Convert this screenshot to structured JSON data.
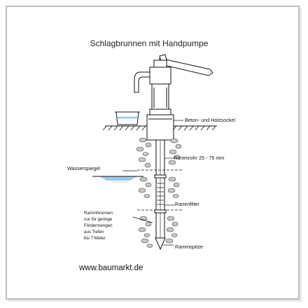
{
  "diagram": {
    "title": "Schlagbrunnen mit Handpumpe",
    "labels": {
      "base": "Beton- und Holzsockel",
      "pipe": "Rammrohr 25 - 75 mm",
      "water_table": "Wasserspiegel",
      "filter": "Rammfilter",
      "tip": "Rammspitze",
      "note_lines": [
        "Rammbrunnen",
        "nur für geringe",
        "Fördermengen",
        "aus Tiefen",
        "bis 7 Meter"
      ]
    },
    "website": "www.baumarkt.de",
    "colors": {
      "line": "#111111",
      "water": "#9fd0ea",
      "gravel": "#bfbfbf",
      "frame": "#bdbdbd"
    }
  }
}
